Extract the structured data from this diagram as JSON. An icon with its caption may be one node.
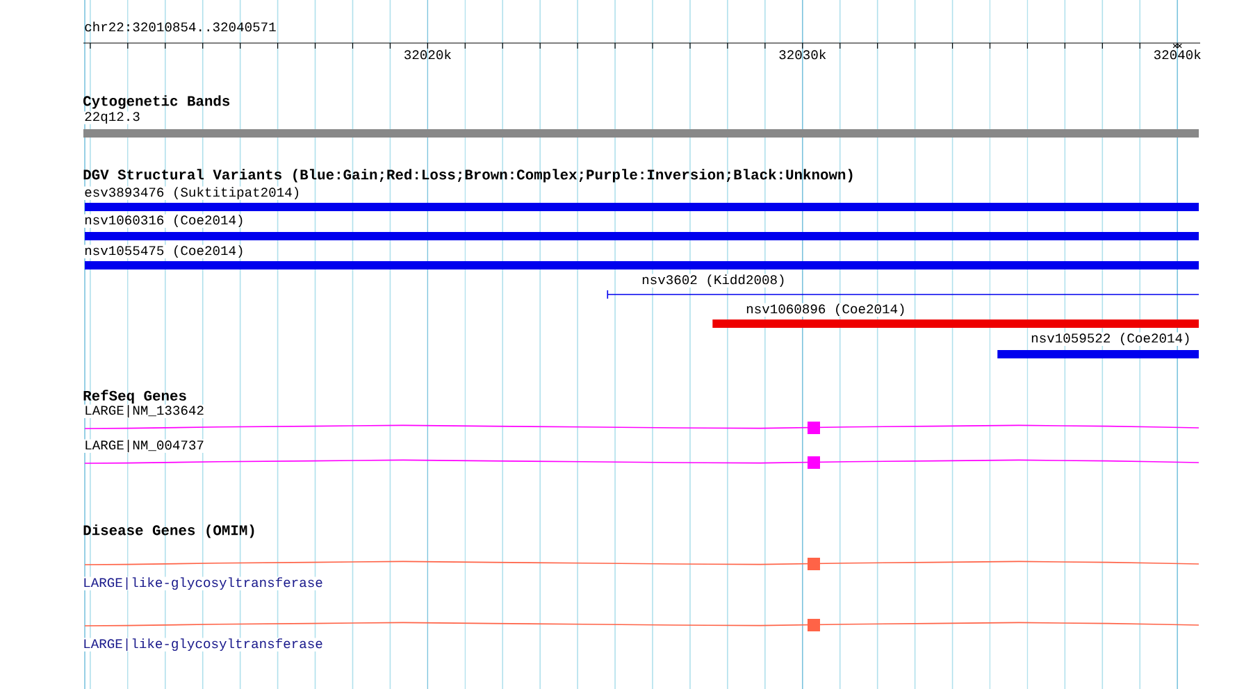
{
  "diagram": {
    "nodes": [
      {
        "text": [
          "22q12.3"
        ]
      },
      {
        "text": [
          "esv3893476 (Suktitipat2014)"
        ]
      },
      {
        "text": [
          "nsv1060316 (Coe2014)"
        ]
      },
      {
        "text": [
          "nsv1055475 (Coe2014)"
        ]
      },
      {
        "text": [
          "nsv3602 (Kidd2008)"
        ]
      },
      {
        "text": [
          "nsv1060896 (Coe2014)"
        ]
      },
      {
        "text": [
          "nsv1059522 (Coe2014)"
        ]
      },
      {
        "text": [
          "LARGE|NM_133642"
        ]
      },
      {
        "text": [
          "LARGE|NM_004737"
        ]
      },
      {
        "text": [
          "LARGE|like-glycosyltransferase"
        ]
      },
      {
        "text": [
          "LARGE|like-glycosyltransferase"
        ]
      }
    ],
    "labels": [
      "chr22:32010854..32040571",
      "32020k",
      "32030k",
      "32040k",
      "Cytogenetic Bands",
      "DGV Structural Variants (Blue:Gain;Red:Loss;Brown:Complex;Purple:Inversion;Black:Unknown)",
      "RefSeq Genes",
      "Disease Genes (OMIM)"
    ]
  }
}
